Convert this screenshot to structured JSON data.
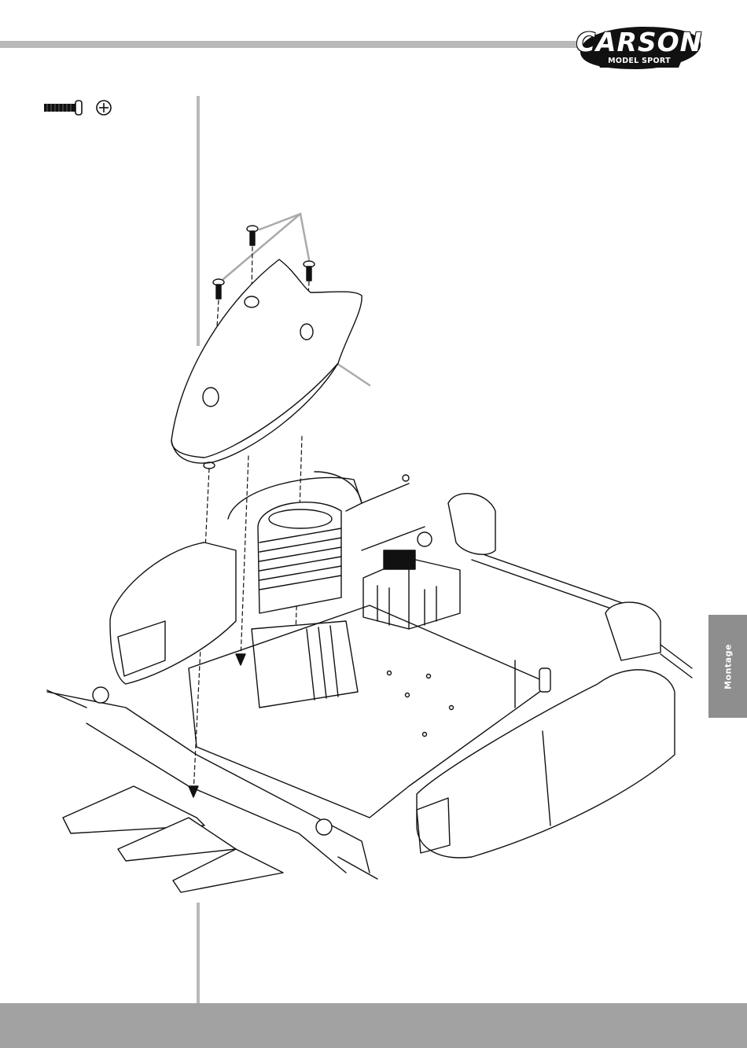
{
  "header": {
    "brand_name": "CARSON",
    "brand_subtitle": "MODEL SPORT"
  },
  "section_tab": {
    "label": "Montage"
  },
  "part_icons": [
    {
      "icon": "pan-head-screw-icon"
    },
    {
      "icon": "phillips-head-icon"
    }
  ],
  "drawing": {
    "subject": "exploded assembly: fuel tank fixed to chassis with three screws",
    "screw_count": 3
  },
  "colors": {
    "rule_gray": "#b9b9b9",
    "tab_gray": "#8e8e8e",
    "footer_gray": "#a2a2a2",
    "ink": "#111111"
  }
}
